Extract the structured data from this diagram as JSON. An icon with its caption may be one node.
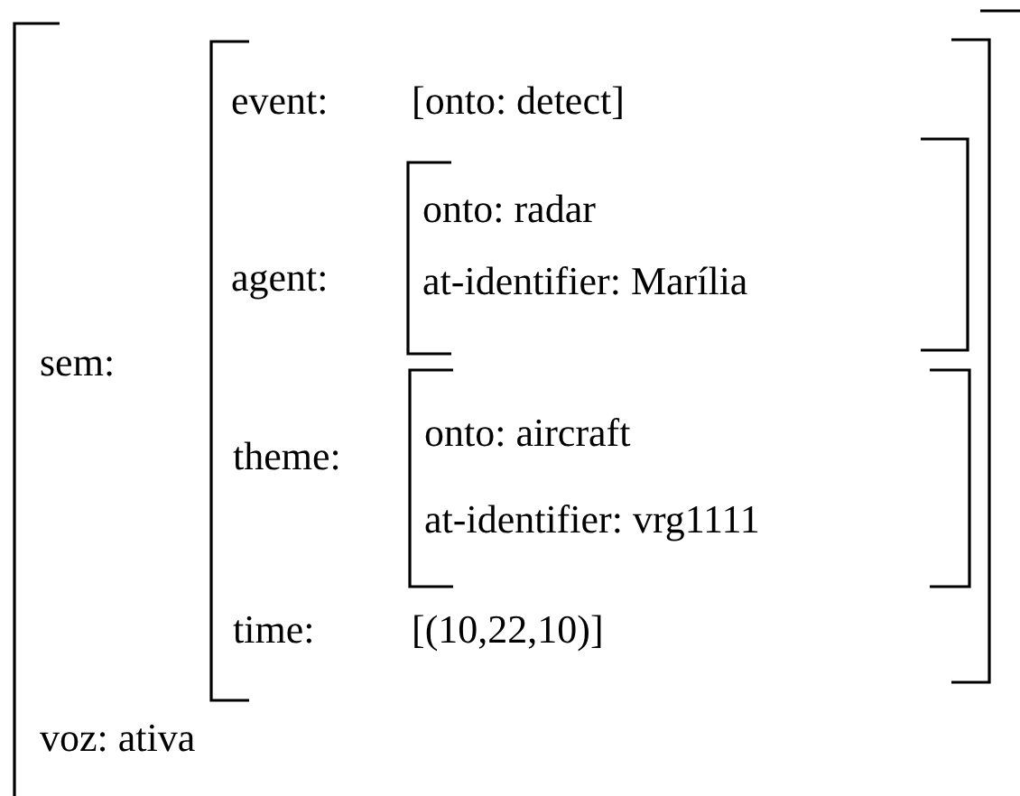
{
  "diagram": {
    "nodes": [
      {
        "text": [
          "sem:",
          "voz: ativa"
        ]
      },
      {
        "text": [
          "event:",
          "[onto: detect]",
          "agent:",
          "theme:",
          "time:",
          "[(10,22,10)]"
        ],
        "in": 0
      },
      {
        "text": [
          "onto: radar",
          "at-identifier: Marília"
        ],
        "in": 1
      },
      {
        "text": [
          "onto: aircraft",
          "at-identifier: vrg1111"
        ],
        "in": 1
      }
    ]
  }
}
